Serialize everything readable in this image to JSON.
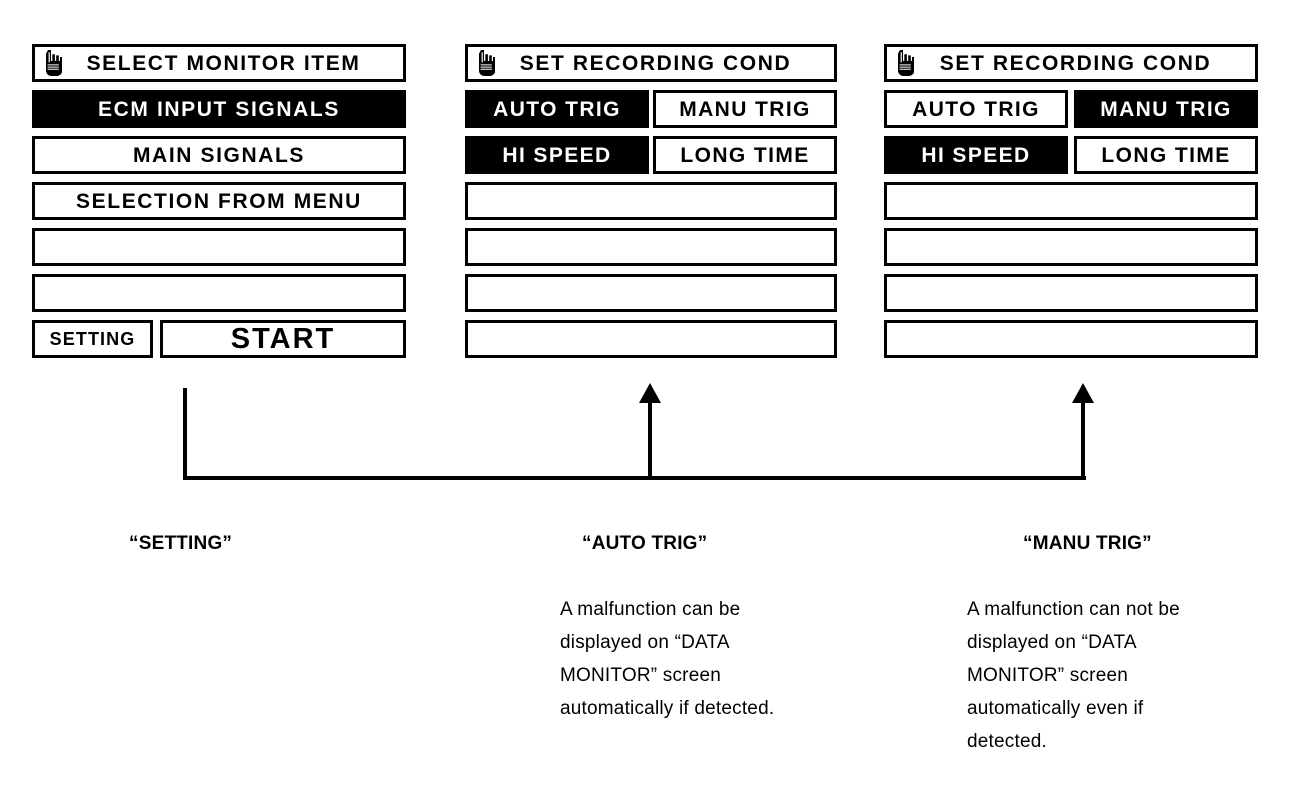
{
  "diagram": {
    "title": "Monitor item selection and recording condition setup flow",
    "ink_color": "#000000",
    "paper_color": "#ffffff",
    "selected_color": "#000000",
    "selected_text_color": "#ffffff"
  },
  "panels": [
    {
      "id": "select-monitor-item",
      "header_icon": "pointing-hand-icon",
      "header": "SELECT MONITOR ITEM",
      "rows": [
        {
          "label": "ECM INPUT SIGNALS",
          "selected": true
        },
        {
          "label": "MAIN SIGNALS",
          "selected": false
        },
        {
          "label": "SELECTION FROM MENU",
          "selected": false
        },
        {
          "label": "",
          "selected": false
        },
        {
          "label": "",
          "selected": false
        }
      ],
      "footer": [
        {
          "label": "SETTING",
          "selected": false
        },
        {
          "label": "START",
          "selected": false
        }
      ]
    },
    {
      "id": "set-recording-cond-auto",
      "header_icon": "pointing-hand-icon",
      "header": "SET RECORDING COND",
      "toggle_rows": [
        {
          "left": {
            "label": "AUTO TRIG",
            "selected": true
          },
          "right": {
            "label": "MANU TRIG",
            "selected": false
          }
        },
        {
          "left": {
            "label": "HI SPEED",
            "selected": true
          },
          "right": {
            "label": "LONG TIME",
            "selected": false
          }
        }
      ],
      "rows": [
        {
          "label": "",
          "selected": false
        },
        {
          "label": "",
          "selected": false
        },
        {
          "label": "",
          "selected": false
        },
        {
          "label": "",
          "selected": false
        }
      ]
    },
    {
      "id": "set-recording-cond-manu",
      "header_icon": "pointing-hand-icon",
      "header": "SET RECORDING COND",
      "toggle_rows": [
        {
          "left": {
            "label": "AUTO TRIG",
            "selected": false
          },
          "right": {
            "label": "MANU TRIG",
            "selected": true
          }
        },
        {
          "left": {
            "label": "HI SPEED",
            "selected": true
          },
          "right": {
            "label": "LONG TIME",
            "selected": false
          }
        }
      ],
      "rows": [
        {
          "label": "",
          "selected": false
        },
        {
          "label": "",
          "selected": false
        },
        {
          "label": "",
          "selected": false
        },
        {
          "label": "",
          "selected": false
        }
      ]
    }
  ],
  "captions": [
    {
      "id": "caption-setting",
      "head": "“SETTING”",
      "body": ""
    },
    {
      "id": "caption-auto-trig",
      "head": "“AUTO  TRIG”",
      "body": "A malfunction can be\ndisplayed on “DATA\nMONITOR” screen\nautomatically if detected."
    },
    {
      "id": "caption-manu-trig",
      "head": "“MANU  TRIG”",
      "body": "A malfunction can not be\ndisplayed on “DATA\nMONITOR” screen\nautomatically even if\ndetected."
    }
  ]
}
